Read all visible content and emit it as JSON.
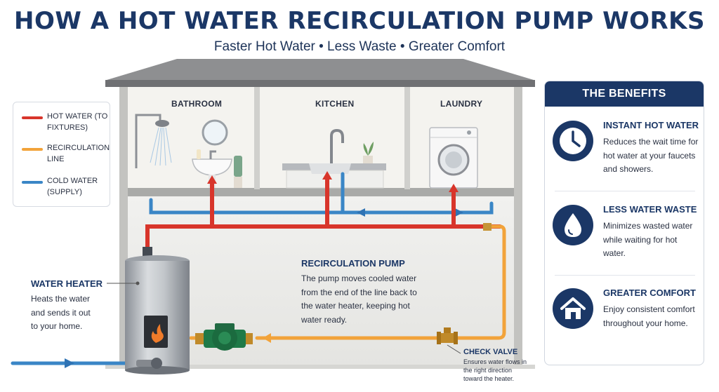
{
  "title": "HOW A HOT WATER RECIRCULATION PUMP WORKS",
  "subtitle": "Faster Hot Water • Less Waste • Greater Comfort",
  "rooms": {
    "bathroom": "BATHROOM",
    "kitchen": "KITCHEN",
    "laundry": "LAUNDRY"
  },
  "legend": {
    "hot": "HOT WATER (TO FIXTURES)",
    "recirc": "RECIRCULATION LINE",
    "cold": "COLD WATER (SUPPLY)"
  },
  "heater": {
    "title": "WATER HEATER",
    "desc": "Heats the water and sends it out to your home."
  },
  "pump": {
    "title": "RECIRCULATION PUMP",
    "desc": "The pump moves cooled water from the end of the line back to the water heater, keeping hot water ready."
  },
  "valve": {
    "title": "CHECK VALVE",
    "desc": "Ensures water flows in the right direction toward the heater."
  },
  "benefits": {
    "header": "THE BENEFITS",
    "items": [
      {
        "title": "INSTANT HOT WATER",
        "desc": "Reduces the wait time for hot water at your faucets and showers.",
        "icon": "clock-icon"
      },
      {
        "title": "LESS WATER WASTE",
        "desc": "Minimizes wasted water while waiting for hot water.",
        "icon": "water-drop-icon"
      },
      {
        "title": "GREATER COMFORT",
        "desc": "Enjoy consistent comfort throughout your home.",
        "icon": "home-icon"
      }
    ]
  },
  "colors": {
    "hot": "#d8352b",
    "recirc": "#f2a33a",
    "cold": "#3a86c6",
    "brand": "#1b3766"
  }
}
